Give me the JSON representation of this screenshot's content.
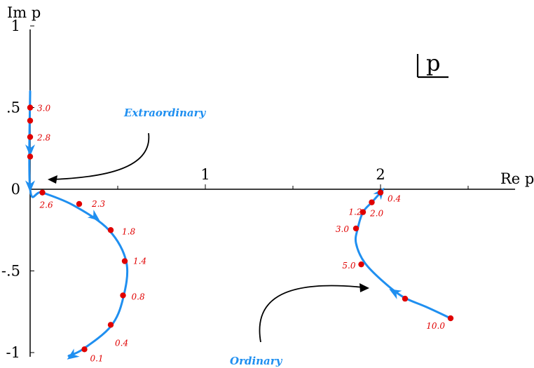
{
  "axes": {
    "x_label": "Re p",
    "y_label": "Im p",
    "x_ticks": [
      {
        "value": 1,
        "label": "1"
      },
      {
        "value": 2,
        "label": "2"
      }
    ],
    "y_ticks": [
      {
        "value": 1,
        "label": "1"
      },
      {
        "value": 0.5,
        "label": ".5"
      },
      {
        "value": 0,
        "label": "0"
      },
      {
        "value": -0.5,
        "label": "-.5"
      },
      {
        "value": -1,
        "label": "-1"
      }
    ],
    "corner_symbol": "p"
  },
  "labels": {
    "extraordinary": "Extraordinary",
    "ordinary": "Ordinary"
  },
  "colors": {
    "curve": "#1f8ff0",
    "points": "#e00000",
    "axes": "#000000"
  },
  "branches": {
    "extraordinary": {
      "curve": [
        {
          "re": 0.0,
          "im": 0.6
        },
        {
          "re": 0.0,
          "im": 0.0
        },
        {
          "re": 0.07,
          "im": -0.02
        },
        {
          "re": 0.25,
          "im": -0.1
        },
        {
          "re": 0.45,
          "im": -0.25
        },
        {
          "re": 0.55,
          "im": -0.45
        },
        {
          "re": 0.53,
          "im": -0.67
        },
        {
          "re": 0.46,
          "im": -0.84
        },
        {
          "re": 0.3,
          "im": -0.98
        },
        {
          "re": 0.22,
          "im": -1.02
        }
      ],
      "points": [
        {
          "re": 0.0,
          "im": 0.5,
          "label": "3.0"
        },
        {
          "re": 0.0,
          "im": 0.42,
          "label": ""
        },
        {
          "re": 0.0,
          "im": 0.32,
          "label": "2.8"
        },
        {
          "re": 0.0,
          "im": 0.2,
          "label": ""
        },
        {
          "re": 0.07,
          "im": -0.02,
          "label": "2.6"
        },
        {
          "re": 0.28,
          "im": -0.09,
          "label": "2.3"
        },
        {
          "re": 0.46,
          "im": -0.25,
          "label": "1.8"
        },
        {
          "re": 0.54,
          "im": -0.44,
          "label": "1.4"
        },
        {
          "re": 0.53,
          "im": -0.65,
          "label": "0.8"
        },
        {
          "re": 0.46,
          "im": -0.83,
          "label": "0.4"
        },
        {
          "re": 0.31,
          "im": -0.98,
          "label": "0.1"
        }
      ]
    },
    "ordinary": {
      "curve": [
        {
          "re": 2.4,
          "im": -0.79
        },
        {
          "re": 2.26,
          "im": -0.72
        },
        {
          "re": 2.13,
          "im": -0.66
        },
        {
          "re": 2.02,
          "im": -0.57
        },
        {
          "re": 1.91,
          "im": -0.45
        },
        {
          "re": 1.86,
          "im": -0.33
        },
        {
          "re": 1.87,
          "im": -0.24
        },
        {
          "re": 1.9,
          "im": -0.14
        },
        {
          "re": 1.95,
          "im": -0.08
        },
        {
          "re": 2.0,
          "im": -0.02
        }
      ],
      "points": [
        {
          "re": 2.4,
          "im": -0.79,
          "label": "10.0"
        },
        {
          "re": 2.14,
          "im": -0.67,
          "label": ""
        },
        {
          "re": 1.89,
          "im": -0.46,
          "label": "5.0"
        },
        {
          "re": 1.86,
          "im": -0.24,
          "label": "3.0"
        },
        {
          "re": 1.9,
          "im": -0.14,
          "label": "2.0"
        },
        {
          "re": 1.95,
          "im": -0.08,
          "label": "1.2"
        },
        {
          "re": 2.0,
          "im": -0.02,
          "label": "0.4"
        }
      ]
    }
  }
}
